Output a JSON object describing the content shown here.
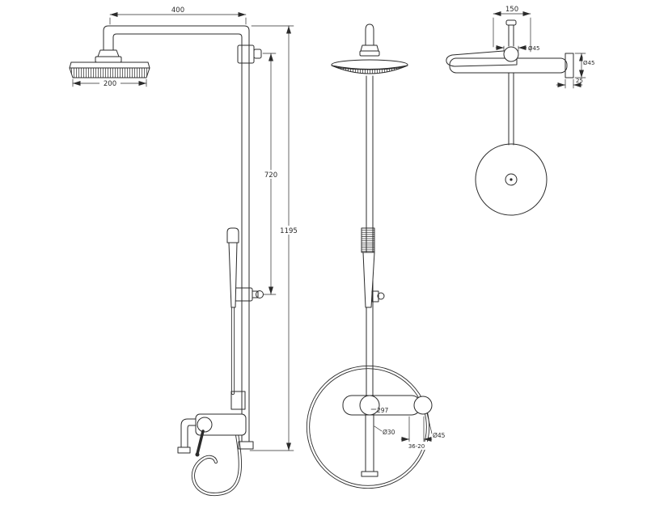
{
  "drawing": {
    "colors": {
      "background": "#ffffff",
      "line": "#2b2b2b",
      "text": "#2a2a2a"
    },
    "views": {
      "front": {
        "dim_arm_length": "400",
        "dim_head_width": "200",
        "dim_rail_span": "720",
        "dim_total_height": "1195"
      },
      "side": {
        "dim_loop": "297",
        "dim_pipe_diameter": "Ø30",
        "dim_wall_range": "36-20",
        "dim_knob_diameter": "Ø45"
      },
      "top": {
        "dim_body_length": "150",
        "dim_handle_diameter": "Ø45",
        "dim_flange_diameter": "Ø45",
        "dim_flange_depth": "25"
      }
    }
  }
}
